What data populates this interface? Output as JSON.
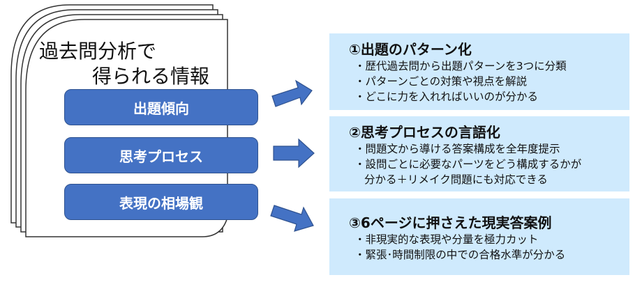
{
  "document": {
    "title_line1": "過去問分析で",
    "title_line2": "得られる情報"
  },
  "categories": [
    {
      "label": "出題傾向"
    },
    {
      "label": "思考プロセス"
    },
    {
      "label": "表現の相場観"
    }
  ],
  "panels": [
    {
      "heading": "①出題のパターン化",
      "items": [
        {
          "text": "・歴代過去問から出題パターンを3つに分類"
        },
        {
          "text": "・パターンごとの対策や視点を解説"
        },
        {
          "text": "・どこに力を入れればいいのが分かる"
        }
      ]
    },
    {
      "heading": "②思考プロセスの言語化",
      "items": [
        {
          "text": "・問題文から導ける答案構成を全年度提示"
        },
        {
          "text": "・設問ごとに必要なパーツをどう構成するかが",
          "cont": "分かる＋リメイク問題にも対応できる"
        }
      ]
    },
    {
      "heading": "③6ページに押さえた現実答案例",
      "items": [
        {
          "text": "・非現実的な表現や分量を極力カット"
        },
        {
          "text": "・緊張･時間制限の中での合格水準が分かる"
        }
      ]
    }
  ],
  "colors": {
    "button_fill": "#4472c4",
    "button_border": "#2f528f",
    "panel_fill": "#cfeafd",
    "arrow_fill": "#4472c4"
  }
}
